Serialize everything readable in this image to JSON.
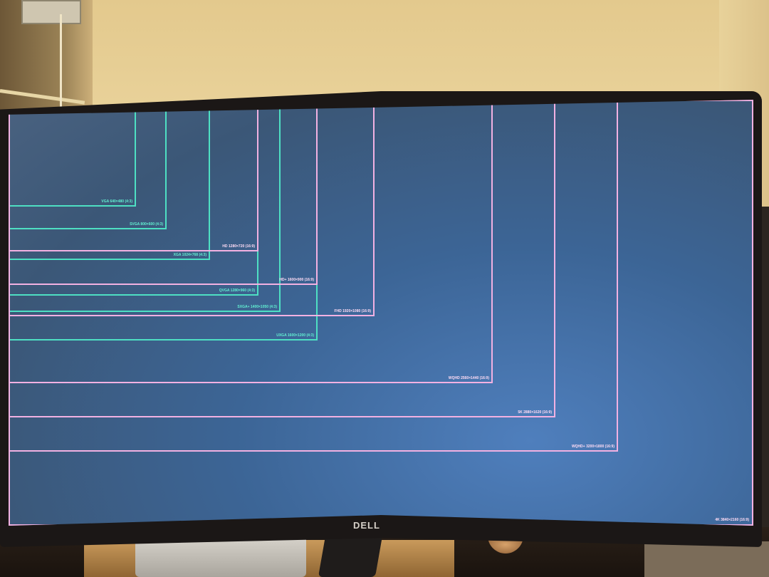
{
  "scene": {
    "description": "Photo of a curved Dell monitor showing nested screen-resolution rectangles",
    "brand_logo": "DELL"
  },
  "colors": {
    "ratio_4_3": "#4ee0c3",
    "ratio_16_9": "#f2b1e2",
    "screen_bg": "#3c6596"
  },
  "resolutions": [
    {
      "label": "VGA 640×480 (4:3)",
      "ratio": "4:3"
    },
    {
      "label": "SVGA 800×600 (4:3)",
      "ratio": "4:3"
    },
    {
      "label": "HD 1280×720 (16:9)",
      "ratio": "16:9"
    },
    {
      "label": "XGA 1024×768 (4:3)",
      "ratio": "4:3"
    },
    {
      "label": "HD+ 1600×900 (16:9)",
      "ratio": "16:9"
    },
    {
      "label": "QVGA 1280×960 (4:3)",
      "ratio": "4:3"
    },
    {
      "label": "SXGA+ 1400×1050 (4:3)",
      "ratio": "4:3"
    },
    {
      "label": "FHD 1920×1080 (16:9)",
      "ratio": "16:9"
    },
    {
      "label": "UXGA 1600×1200 (4:3)",
      "ratio": "4:3"
    },
    {
      "label": "WQHD 2560×1440 (16:9)",
      "ratio": "16:9"
    },
    {
      "label": "5K 2880×1620 (16:9)",
      "ratio": "16:9"
    },
    {
      "label": "WQHD+ 3200×1800 (16:9)",
      "ratio": "16:9"
    },
    {
      "label": "4K 3840×2160 (16:9)",
      "ratio": "16:9"
    }
  ]
}
